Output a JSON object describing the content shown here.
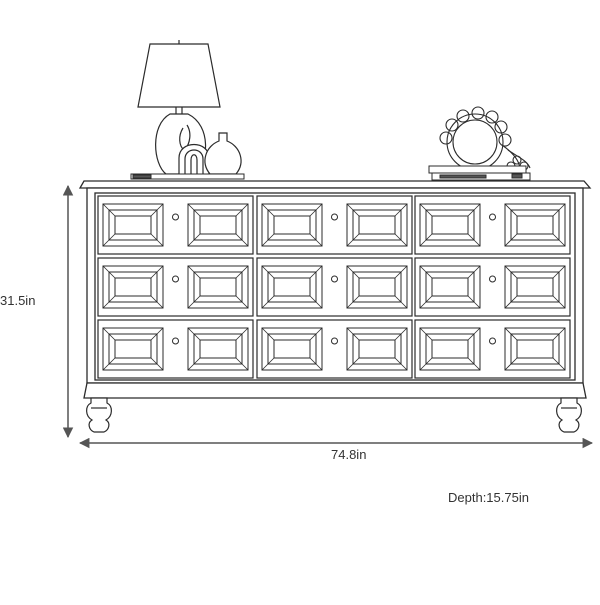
{
  "dimensions": {
    "height": "31.5in",
    "width": "74.8in",
    "depth": "Depth:15.75in"
  },
  "colors": {
    "line": "#2b2b2b",
    "arrow": "#555555",
    "background": "#ffffff"
  },
  "drawer_grid": {
    "rows": 3,
    "columns": 3
  }
}
